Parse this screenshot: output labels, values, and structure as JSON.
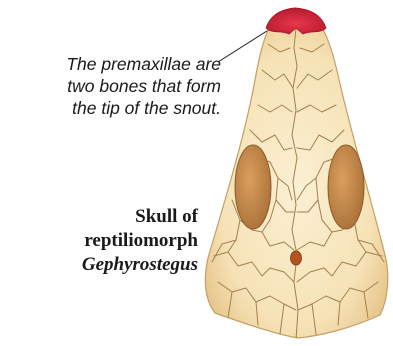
{
  "annotation": {
    "lines": [
      "The premaxillae are",
      "two bones that form",
      "the tip of the snout."
    ]
  },
  "caption": {
    "line1": "Skull of",
    "line2": "reptiliomorph",
    "genus": "Gephyrostegus"
  },
  "colors": {
    "bone": "#f6e2b6",
    "bone_edge": "#e9c98b",
    "sutures": "#a47f4e",
    "premaxillae": "#d92338",
    "orbit": "#c08748",
    "background": "#ffffff"
  },
  "parts": [
    "premaxillae",
    "orbits",
    "pineal-foramen",
    "skull-roof"
  ]
}
